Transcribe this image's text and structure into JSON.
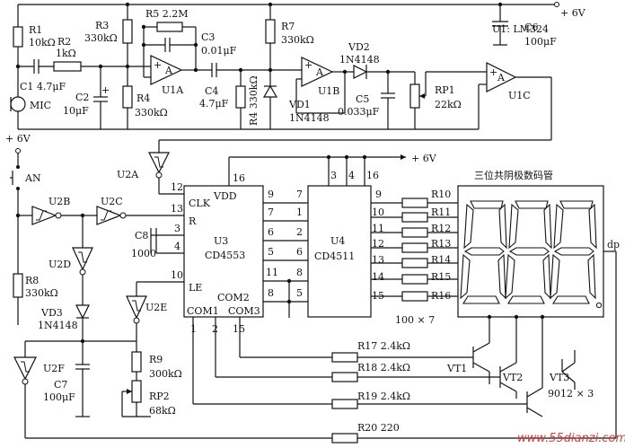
{
  "opamp_note": "U1: LM324",
  "supply_top": "+ 6V",
  "supply_left": "+ 6V",
  "supply_mid": "+ 6V",
  "display_title": "三位共阴极数码管",
  "watermark": "www.55dianzi.com",
  "labels": {
    "R1": "R1",
    "R1v": "10kΩ",
    "R2": "R2",
    "R2v": "1kΩ",
    "R3": "R3",
    "R3v": "330kΩ",
    "R4a": "R4",
    "R4av": "330kΩ",
    "R5": "R5 2.2M",
    "C3": "C3",
    "C3v": "0.01μF",
    "R7": "R7",
    "R7v": "330kΩ",
    "VD2": "VD2",
    "VD2v": "1N4148",
    "C6": "C6",
    "C6v": "100μF",
    "C1": "C1 4.7μF",
    "C2": "C2",
    "C2v": "10μF",
    "U1A": "U1A",
    "C4": "C4",
    "C4v": "4.7μF",
    "R4b": "R4 330kΩ",
    "U1B": "U1B",
    "C5": "C5",
    "C5v": "0.033μF",
    "RP1": "RP1",
    "RP1v": "22kΩ",
    "U1C": "U1C",
    "MIC": "MIC",
    "VD1": "VD1",
    "VD1v": "1N4148",
    "AN": "AN",
    "U2A": "U2A",
    "U2B": "U2B",
    "U2C": "U2C",
    "U2D": "U2D",
    "U2E": "U2E",
    "U2F": "U2F",
    "R8": "R8",
    "R8v": "330kΩ",
    "VD3": "VD3",
    "VD3v": "1N4148",
    "C7": "C7",
    "C7v": "100μF",
    "R9": "R9",
    "R9v": "300kΩ",
    "RP2": "RP2",
    "RP2v": "68kΩ",
    "C8": "C8",
    "C8v": "1000",
    "R10": "R10",
    "R11": "R11",
    "R12": "R12",
    "R13": "R13",
    "R14": "R14",
    "R15": "R15",
    "R16": "R16",
    "Rarr": "100 × 7",
    "R17": "R17 2.4kΩ",
    "R18": "R18 2.4kΩ",
    "R19": "R19 2.4kΩ",
    "R20": "R20 220",
    "VT1": "VT1",
    "VT2": "VT2",
    "VT3": "VT3",
    "VTv": "9012 × 3",
    "dp": "dp",
    "amp_plus": "+",
    "amp_A": "A",
    "U3": "U3",
    "U3v": "CD4553",
    "U4": "U4",
    "U4v": "CD4511",
    "pin_CLK": "CLK",
    "pin_R": "R",
    "pin_LE": "LE",
    "pin_VDD": "VDD",
    "pin_COM1": "COM1",
    "pin_COM2": "COM2",
    "pin_COM3": "COM3"
  },
  "u3_left_pins": [
    "12",
    "13",
    "3",
    "4",
    "10"
  ],
  "u3_right_pins": [
    "9",
    "7",
    "6",
    "5",
    "11",
    "8"
  ],
  "u3_top_pin": "16",
  "u3_bottom_pins": [
    "1",
    "2",
    "15"
  ],
  "u4_left_pins": [
    "7",
    "1",
    "2",
    "6",
    "8",
    "5"
  ],
  "u4_top_pins": [
    "3",
    "4",
    "16"
  ],
  "u4_right_pins": [
    "9",
    "10",
    "11",
    "12",
    "13",
    "14",
    "15"
  ]
}
